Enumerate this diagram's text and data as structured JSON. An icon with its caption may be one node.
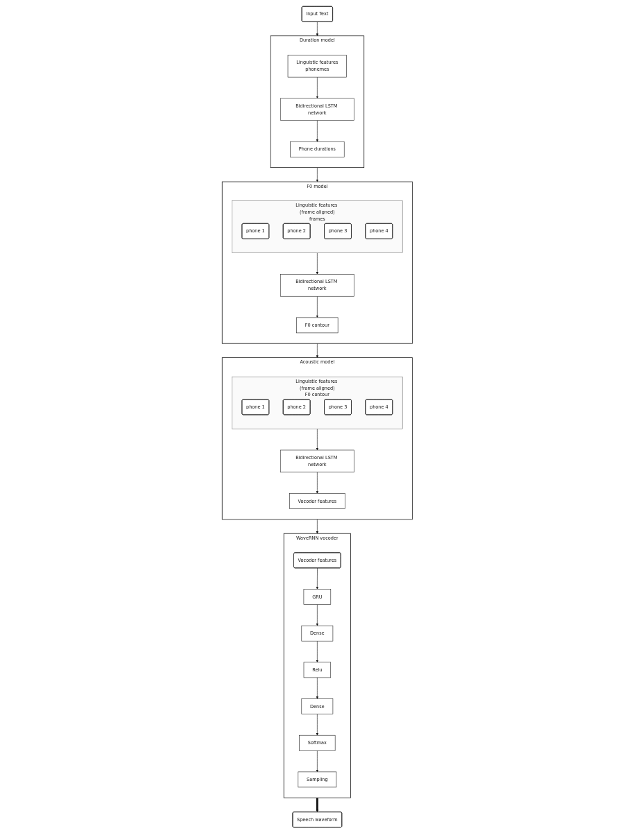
{
  "diagram": {
    "nodes": [
      {
        "text": [
          "Input Text"
        ]
      },
      {
        "text": [
          "Duration model"
        ]
      },
      {
        "text": [
          "Linguistic features",
          "phonemes"
        ],
        "in": 1
      },
      {
        "text": [
          "Bidirectional LSTM network"
        ],
        "in": 1
      },
      {
        "text": [
          "Phone durations"
        ],
        "in": 1
      },
      {
        "text": [
          "F0 model"
        ]
      },
      {
        "text": [
          "Linguistic features (frame aligned)",
          "frames"
        ],
        "in": 5
      },
      {
        "text": [
          "phone 1"
        ],
        "in": 6
      },
      {
        "text": [
          "phone 2"
        ],
        "in": 6
      },
      {
        "text": [
          "phone 3"
        ],
        "in": 6
      },
      {
        "text": [
          "phone 4"
        ],
        "in": 6
      },
      {
        "text": [
          "Bidirectional LSTM network"
        ],
        "in": 5
      },
      {
        "text": [
          "F0 contour"
        ],
        "in": 5
      },
      {
        "text": [
          "Acoustic model"
        ]
      },
      {
        "text": [
          "Linguistic features (frame aligned)",
          "F0 contour"
        ],
        "in": 13
      },
      {
        "text": [
          "phone 1"
        ],
        "in": 14
      },
      {
        "text": [
          "phone 2"
        ],
        "in": 14
      },
      {
        "text": [
          "phone 3"
        ],
        "in": 14
      },
      {
        "text": [
          "phone 4"
        ],
        "in": 14
      },
      {
        "text": [
          "Bidirectional LSTM network"
        ],
        "in": 13
      },
      {
        "text": [
          "Vocoder features"
        ],
        "in": 13
      },
      {
        "text": [
          "WaveRNN vocoder"
        ]
      },
      {
        "text": [
          "Vocoder features"
        ],
        "in": 21
      },
      {
        "text": [
          "GRU"
        ],
        "in": 21
      },
      {
        "text": [
          "Dense"
        ],
        "in": 21
      },
      {
        "text": [
          "Relu"
        ],
        "in": 21
      },
      {
        "text": [
          "Dense"
        ],
        "in": 21
      },
      {
        "text": [
          "Softmax"
        ],
        "in": 21
      },
      {
        "text": [
          "Sampling"
        ],
        "in": 21
      },
      {
        "text": [
          "Speech waveform"
        ]
      }
    ],
    "edges": [
      {
        "from": 0,
        "to": 1,
        "arrow": "to"
      },
      {
        "from": 2,
        "to": 3,
        "arrow": "to"
      },
      {
        "from": 3,
        "to": 4,
        "arrow": "to"
      },
      {
        "from": 1,
        "to": 5,
        "arrow": "to"
      },
      {
        "from": 6,
        "to": 11,
        "arrow": "to"
      },
      {
        "from": 11,
        "to": 12,
        "arrow": "to"
      },
      {
        "from": 5,
        "to": 13,
        "arrow": "to"
      },
      {
        "from": 14,
        "to": 19,
        "arrow": "to"
      },
      {
        "from": 19,
        "to": 20,
        "arrow": "to"
      },
      {
        "from": 13,
        "to": 21,
        "arrow": "to"
      },
      {
        "from": 22,
        "to": 23,
        "arrow": "to"
      },
      {
        "from": 23,
        "to": 24,
        "arrow": "to"
      },
      {
        "from": 24,
        "to": 25,
        "arrow": "to"
      },
      {
        "from": 25,
        "to": 26,
        "arrow": "to"
      },
      {
        "from": 26,
        "to": 27,
        "arrow": "to"
      },
      {
        "from": 27,
        "to": 28,
        "arrow": "to"
      },
      {
        "from": 21,
        "to": 29,
        "arrow": "to",
        "style": "thick"
      }
    ]
  }
}
